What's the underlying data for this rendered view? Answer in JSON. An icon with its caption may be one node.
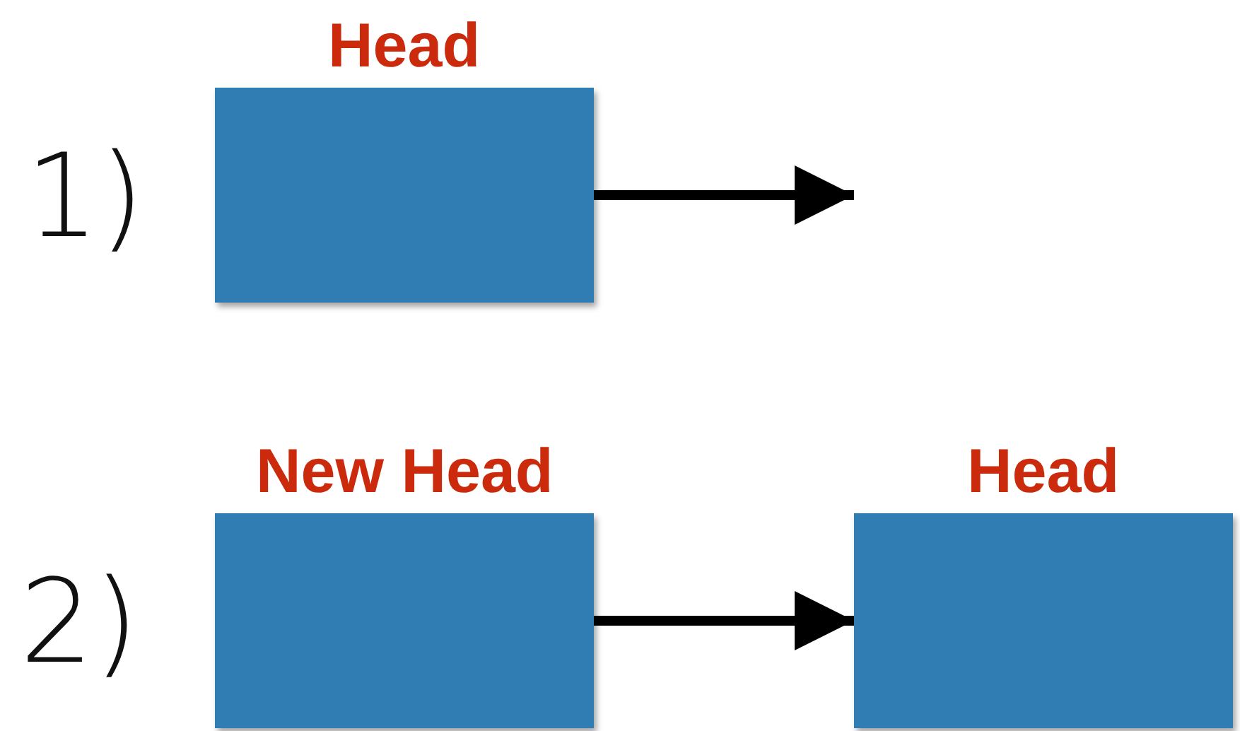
{
  "diagram": {
    "nodes": [
      {
        "text": [
          "Head"
        ]
      },
      {
        "text": [
          "New Head"
        ]
      },
      {
        "text": [
          "Head"
        ]
      }
    ],
    "edges": [
      {
        "from": 0,
        "to": null,
        "arrow": "to"
      },
      {
        "from": 1,
        "to": 2,
        "arrow": "to"
      }
    ],
    "labels": [
      "1)",
      "2)"
    ]
  }
}
